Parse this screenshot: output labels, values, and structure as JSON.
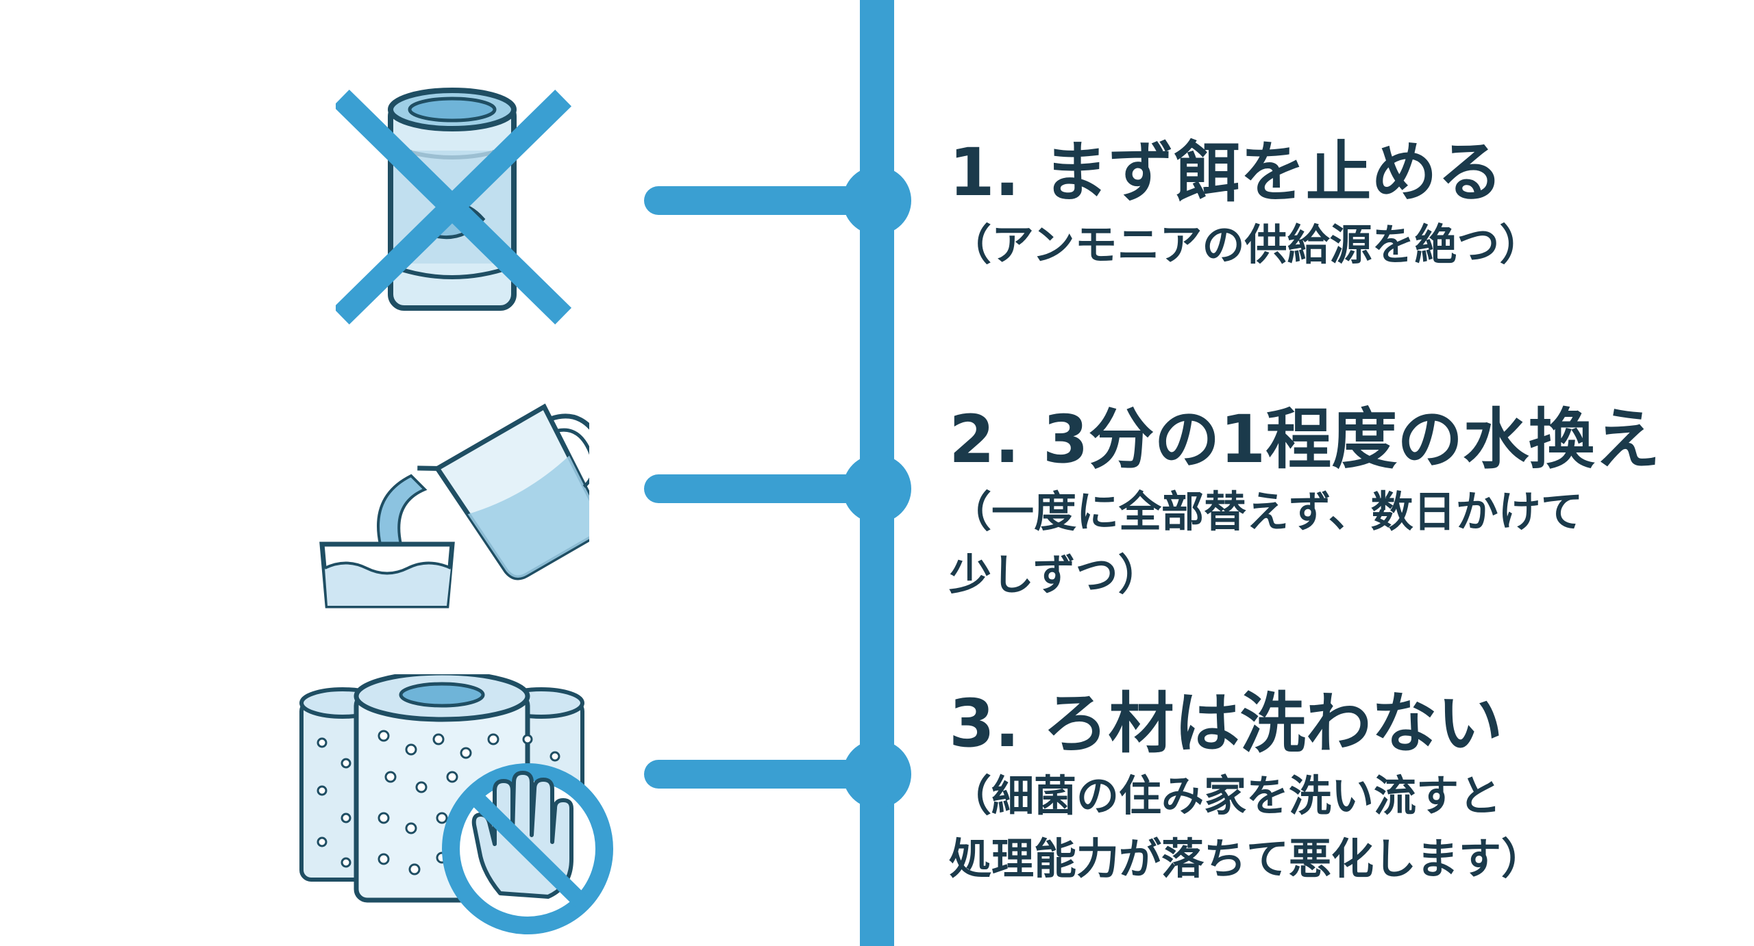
{
  "steps": [
    {
      "title": "1. まず餌を止める",
      "note_lines": [
        "（アンモニアの供給源を絶つ）"
      ],
      "icon": "no-food-icon"
    },
    {
      "title": "2. 3分の1程度の水換え",
      "note_lines": [
        "（一度に全部替えず、数日かけて",
        "少しずつ）"
      ],
      "icon": "water-pouring-icon"
    },
    {
      "title": "3. ろ材は洗わない",
      "note_lines": [
        "（細菌の住み家を洗い流すと",
        "処理能力が落ちて悪化します）"
      ],
      "icon": "no-wash-filter-icon"
    }
  ],
  "colors": {
    "accent": "#3a9fd2",
    "text": "#1b3a4b",
    "icon_fill": "#cfe6f3",
    "icon_stroke": "#1f4e63"
  }
}
